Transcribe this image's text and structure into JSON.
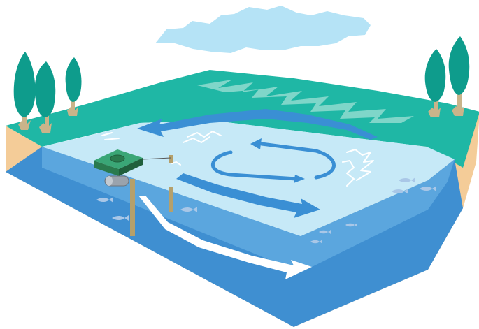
{
  "scene": {
    "colors": {
      "sky_cloud": "#b5e3f6",
      "grass": "#1fb7a5",
      "grass_stripes": "#7fd6c9",
      "tree": "#0e9c8c",
      "trunk": "#c9b48a",
      "soil": "#f4cc98",
      "water_surface": "#c6e9f7",
      "water_body": "#3f8fd1",
      "water_mid": "#5ba6de",
      "current_arrow": "#3a8fd4",
      "deep_arrow": "#ffffff",
      "device": "#2e8b57",
      "post": "#b5a06b",
      "fish": "#a9c7e7"
    },
    "elements": [
      "cloud",
      "trees-left",
      "trees-right",
      "grass-bank",
      "soil-cross-section",
      "pond-water",
      "surface-circulation-arrows",
      "deep-outflow-arrow",
      "floating-aerator-device",
      "support-posts",
      "fish"
    ]
  }
}
